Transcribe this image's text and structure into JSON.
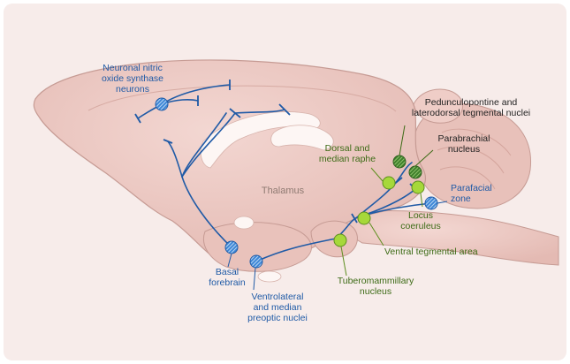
{
  "colors": {
    "background_panel": "#f7ecea",
    "brain_fill": "#ecc9c3",
    "brain_stroke": "#c69b94",
    "thalamus_label": "#9b857d",
    "pathway": "#1f5aa6",
    "node_blue": "#3d86d6",
    "node_light_green": "#a6d83a",
    "node_dark_green": "#3e7f2b",
    "label_blue": "#1f5aa6",
    "label_green": "#3d6b16"
  },
  "labels": {
    "nnos": "Neuronal nitric\noxide synthase\nneurons",
    "ppt_ldt": "Pedunculopontine and\nlaterodorsal tegmental nuclei",
    "parabrachial": "Parabrachial\nnucleus",
    "raphe": "Dorsal and\nmedian raphe",
    "thalamus": "Thalamus",
    "parafacial": "Parafacial\nzone",
    "locus": "Locus\ncoeruleus",
    "vta": "Ventral tegmental area",
    "basal": "Basal\nforebrain",
    "tmn": "Tuberomammillary\nnucleus",
    "vlpo": "Ventrolateral\nand median\npreoptic nuclei"
  },
  "nodes": [
    {
      "name": "nnos-node",
      "kind": "blue"
    },
    {
      "name": "basal-forebrain-node",
      "kind": "blue"
    },
    {
      "name": "vlpo-node",
      "kind": "blue"
    },
    {
      "name": "parafacial-node",
      "kind": "blue"
    },
    {
      "name": "ppt-ldt-node-1",
      "kind": "dark_green"
    },
    {
      "name": "ppt-ldt-node-2",
      "kind": "dark_green"
    },
    {
      "name": "raphe-node",
      "kind": "light_green"
    },
    {
      "name": "locus-node",
      "kind": "light_green"
    },
    {
      "name": "vta-node",
      "kind": "light_green"
    },
    {
      "name": "tmn-node",
      "kind": "light_green"
    }
  ]
}
